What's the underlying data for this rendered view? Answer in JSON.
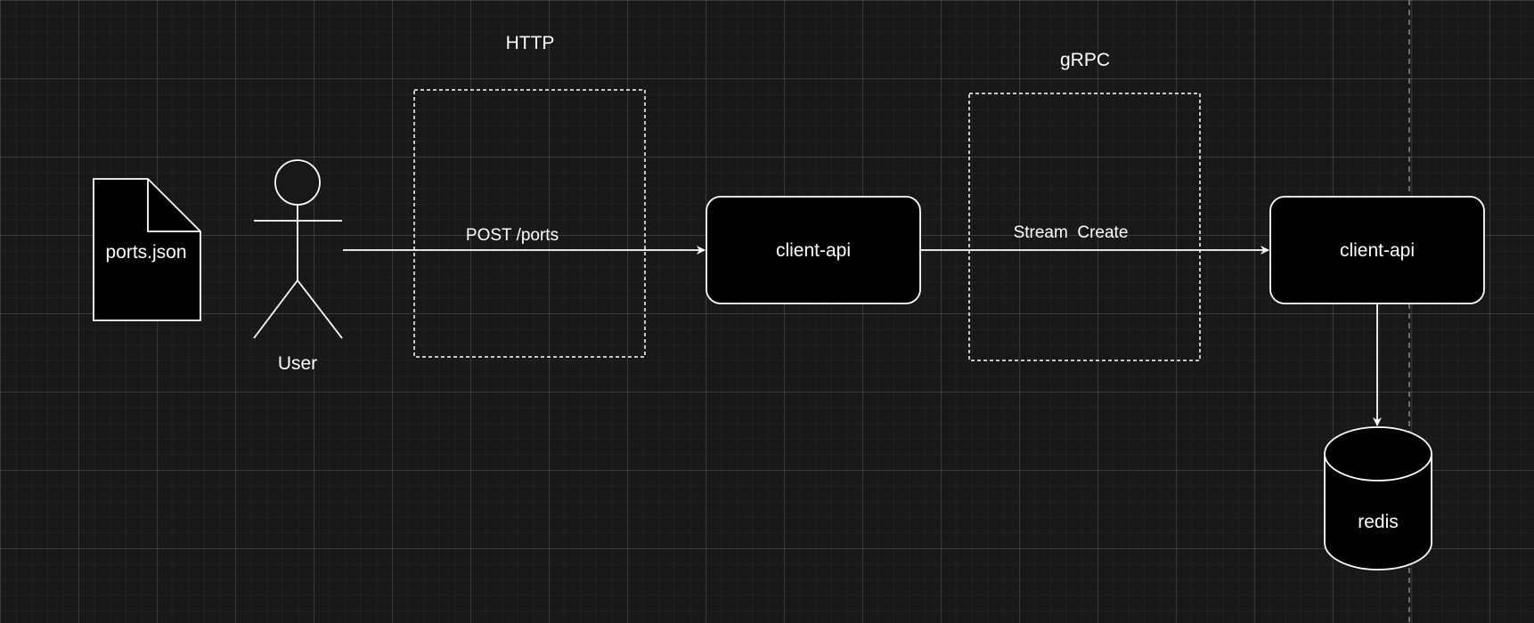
{
  "colors": {
    "background": "#181818",
    "stroke": "#ffffff",
    "text": "#ffffff",
    "node_fill": "#000000"
  },
  "labels": {
    "http_group": "HTTP",
    "grpc_group": "gRPC",
    "file": "ports.json",
    "actor": "User",
    "edge_post": "POST /ports",
    "service_1": "client-api",
    "edge_stream": "Stream  Create",
    "service_2": "client-api",
    "database": "redis"
  },
  "icons": {
    "file": "document-icon",
    "actor": "stick-figure-icon",
    "database": "cylinder-database-icon"
  }
}
